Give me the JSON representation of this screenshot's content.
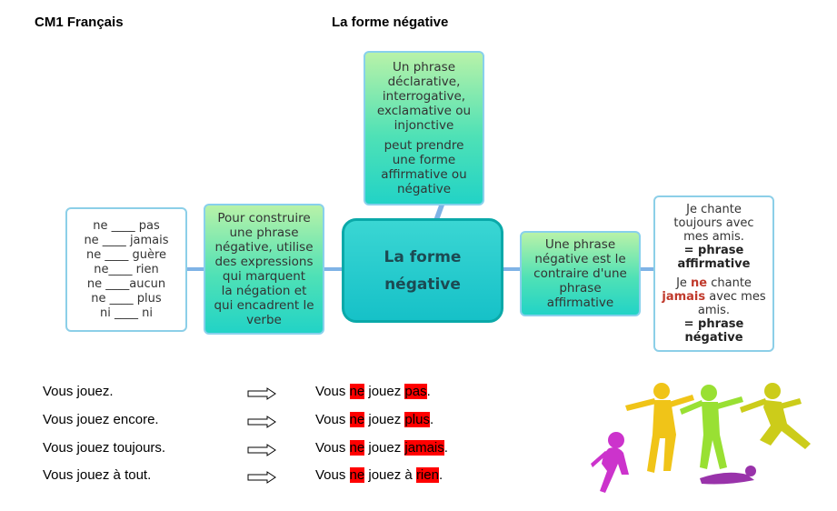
{
  "header": {
    "left": "CM1 Français",
    "title": "La forme négative"
  },
  "mindmap": {
    "center": [
      "La forme",
      "négative"
    ],
    "top": {
      "line1": [
        "Un phrase",
        "déclarative,",
        "interrogative,",
        "exclamative ou",
        "injonctive"
      ],
      "line2": [
        "peut prendre",
        "une forme",
        "affirmative ou",
        "négative"
      ]
    },
    "left": [
      "Pour construire",
      "une phrase",
      "négative, utilise",
      "des expressions",
      "qui marquent",
      "la négation et",
      "qui encadrent le",
      "verbe"
    ],
    "negations": [
      "ne ____ pas",
      "ne ____ jamais",
      "ne ____ guère",
      "ne____ rien",
      "ne ____aucun",
      "ne ____ plus",
      "ni ____ ni"
    ],
    "right": [
      "Une phrase",
      "négative est le",
      "contraire d'une",
      "phrase",
      "affirmative"
    ],
    "examples_box": {
      "affirmative": [
        "Je chante",
        "toujours avec",
        "mes amis."
      ],
      "affirmative_label": "= phrase affirmative",
      "negative_pre": "Je ",
      "negative_ne": "ne",
      "negative_mid": " chante",
      "negative_jamais": "jamais",
      "negative_post": " avec mes amis.",
      "negative_label": "= phrase négative"
    }
  },
  "exercises": [
    {
      "left": "Vous jouez.",
      "p1": "Vous ",
      "ne": "ne",
      "p2": " jouez ",
      "neg": "pas",
      "p3": "."
    },
    {
      "left": "Vous jouez encore.",
      "p1": "Vous ",
      "ne": "ne",
      "p2": " jouez ",
      "neg": "plus",
      "p3": "."
    },
    {
      "left": "Vous jouez toujours.",
      "p1": "Vous ",
      "ne": "ne",
      "p2": " jouez ",
      "neg": "jamais",
      "p3": "."
    },
    {
      "left": "Vous jouez à tout.",
      "p1": "Vous ",
      "ne": "ne",
      "p2": " jouez à ",
      "neg": "rien",
      "p3": "."
    }
  ],
  "colors": {
    "highlight": "#ff0000",
    "connector": "#7fb3e6",
    "center_border": "#0aa9a9",
    "kids": [
      "#cc33cc",
      "#f0c418",
      "#99e033",
      "#cccc1a",
      "#9933aa"
    ]
  },
  "illustration": "children-silhouettes"
}
